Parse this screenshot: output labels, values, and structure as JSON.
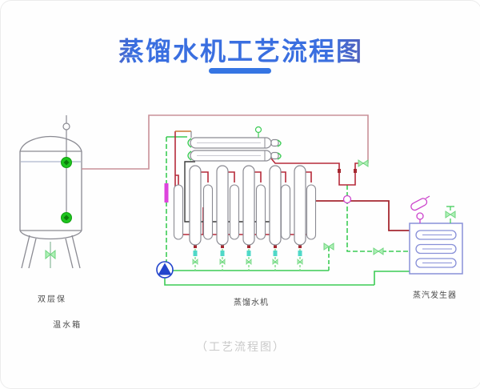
{
  "header": {
    "title": "蒸馏水机工艺流程图"
  },
  "diagram": {
    "labels": {
      "tank_line1": "双层保",
      "tank_line2": "温水箱",
      "machine": "蒸馏水机",
      "generator": "蒸汽发生器"
    },
    "caption": "（工艺流程图）",
    "icons": {
      "pump": "pump-icon",
      "tank_sensor": "green-sensor-icon",
      "valve": "valve-bowtie-icon",
      "flowmeter": "magenta-flowmeter-icon",
      "safety_valve": "safety-valve-icon",
      "vent": "vent-circle-icon",
      "pressure_gauge": "gauge-icon"
    },
    "colors": {
      "title_red": "#b5383e",
      "title_blue": "#3a6fe0",
      "underline_blue": "#3575e3",
      "pipe_red_vivid": "#b52a3a",
      "pipe_red_soft": "#c89098",
      "pipe_orange": "#cc7733",
      "pipe_green": "#3ccb55",
      "pipe_green_light": "#8ce89a",
      "pipe_dark": "#3a3a3a",
      "cyan_accent": "#4fd8c8",
      "valve_magenta": "#cc44cc",
      "pump_blue": "#2244cc",
      "sensor_green": "#1ec41e",
      "generator_purple": "#8890d8",
      "outline_grey": "#8a8a92",
      "caption_grey": "#c9c9c9"
    }
  }
}
